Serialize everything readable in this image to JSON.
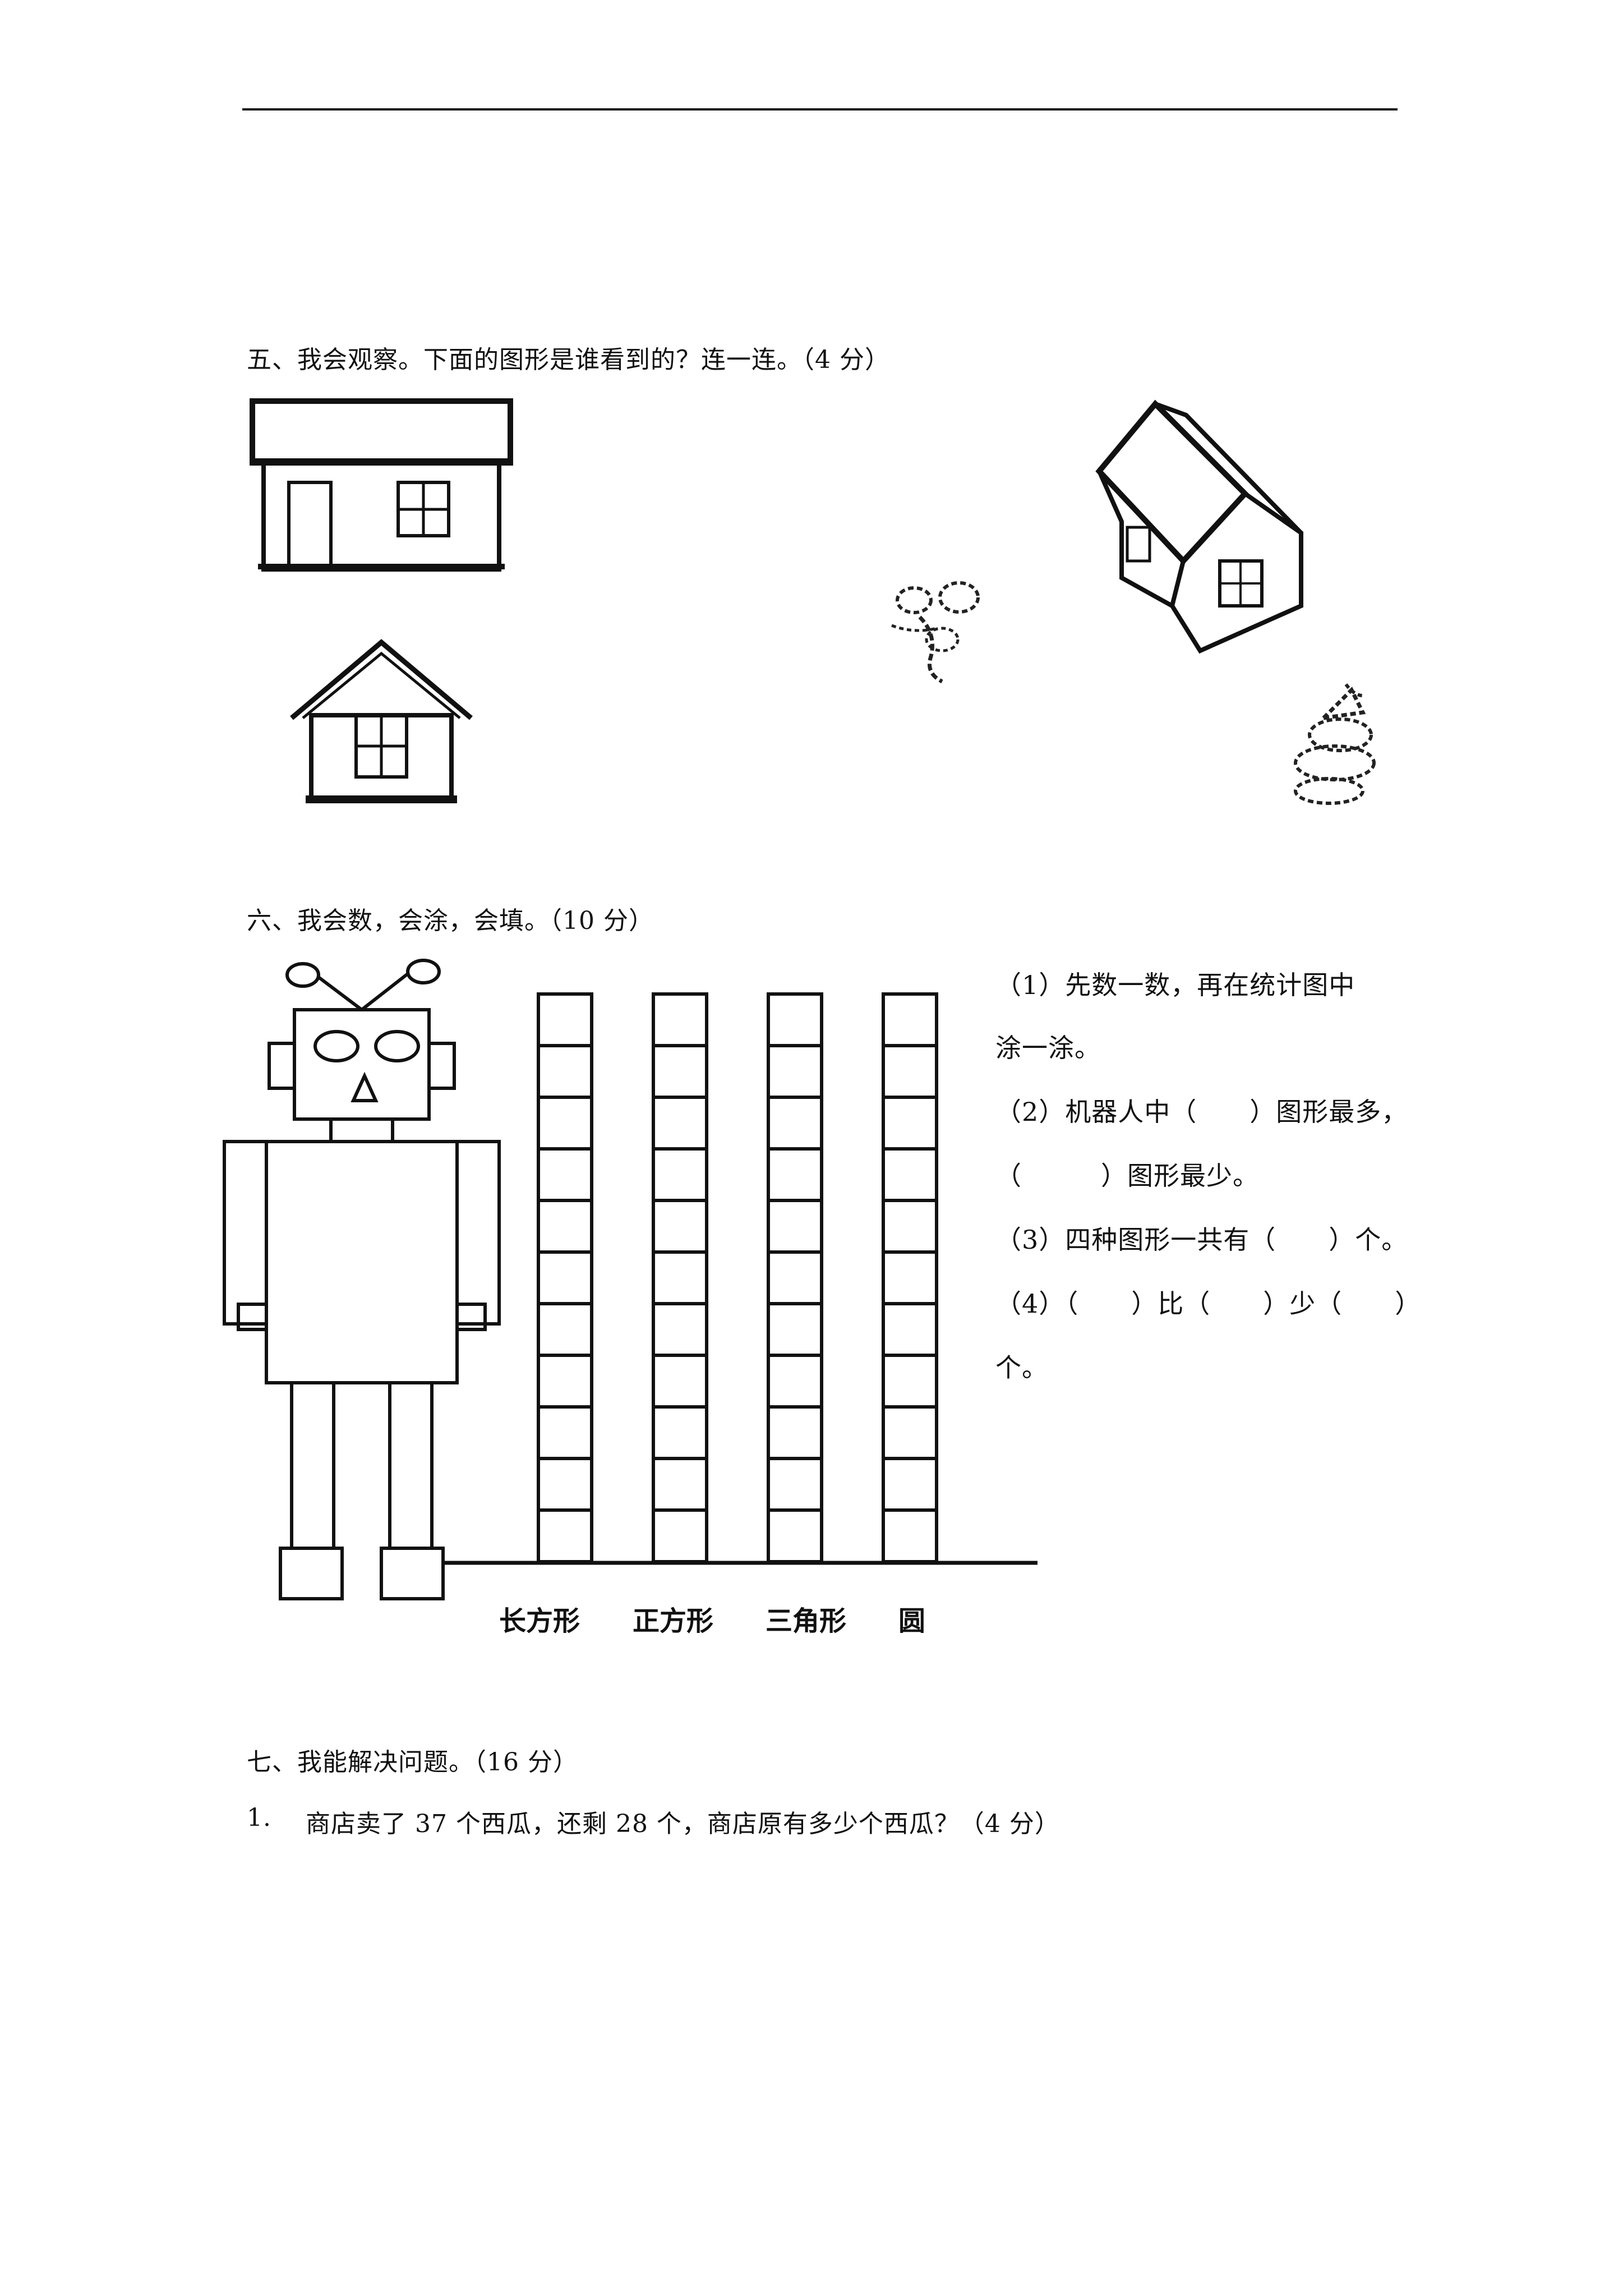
{
  "section5": {
    "heading": "五、我会观察。下面的图形是谁看到的？连一连。（4 分）"
  },
  "section6": {
    "heading": "六、我会数，会涂，会填。（10 分）",
    "questions": [
      "（1）先数一数，再在统计图中",
      "涂一涂。",
      "（2）机器人中（　　）图形最多，",
      "（　　　）图形最少。",
      "（3）四种图形一共有（　　）个。",
      "（4）（　　）比（　　）少（　　）",
      "个。"
    ],
    "chart_data": {
      "type": "bar",
      "categories": [
        "长方形",
        "正方形",
        "三角形",
        "圆"
      ],
      "cells_per_column": 11
    }
  },
  "section7": {
    "heading": "七、我能解决问题。（16 分）",
    "problem1_number": "1.",
    "problem1_text": "商店卖了 37 个西瓜，还剩 28 个，商店原有多少个西瓜？（4 分）"
  }
}
